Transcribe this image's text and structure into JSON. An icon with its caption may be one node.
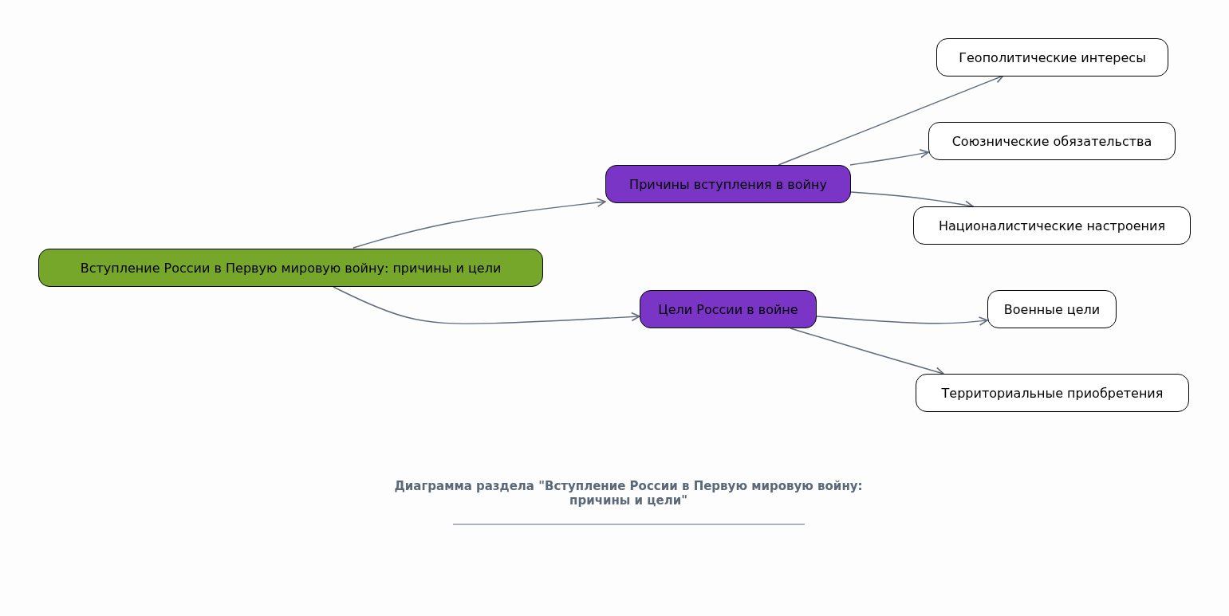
{
  "diagram": {
    "caption": "Диаграмма раздела \"Вступление России в Первую мировую войну: причины и цели\"",
    "nodes": [
      {
        "text": [
          "Вступление России в Первую мировую войну: причины и цели"
        ]
      },
      {
        "text": [
          "Причины вступления в войну"
        ]
      },
      {
        "text": [
          "Цели России в войне"
        ]
      },
      {
        "text": [
          "Геополитические интересы"
        ]
      },
      {
        "text": [
          "Союзнические обязательства"
        ]
      },
      {
        "text": [
          "Националистические настроения"
        ]
      },
      {
        "text": [
          "Военные цели"
        ]
      },
      {
        "text": [
          "Территориальные приобретения"
        ]
      }
    ],
    "edges": [
      {
        "from": 0,
        "to": 1,
        "arrow": "to"
      },
      {
        "from": 0,
        "to": 2,
        "arrow": "to"
      },
      {
        "from": 1,
        "to": 3,
        "arrow": "to"
      },
      {
        "from": 1,
        "to": 4,
        "arrow": "to"
      },
      {
        "from": 1,
        "to": 5,
        "arrow": "to"
      },
      {
        "from": 2,
        "to": 6,
        "arrow": "to"
      },
      {
        "from": 2,
        "to": 7,
        "arrow": "to"
      }
    ]
  }
}
